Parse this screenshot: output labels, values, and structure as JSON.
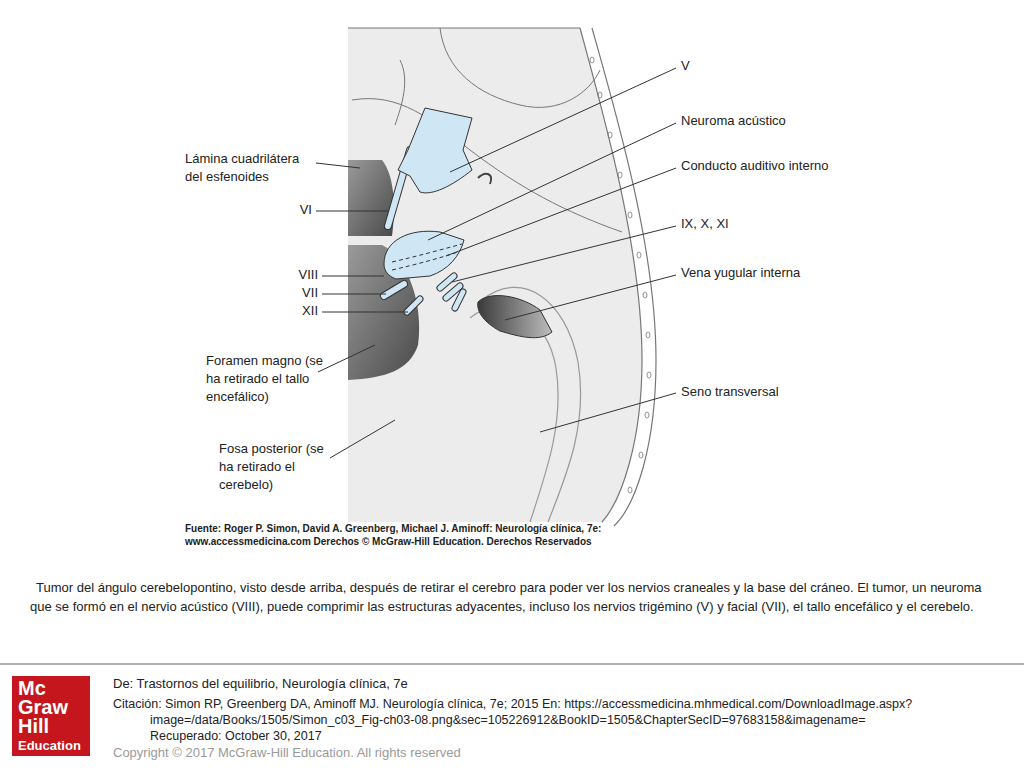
{
  "diagram": {
    "caption": "Tumor del ángulo cerebelopontino, visto desde arriba, después de retirar el cerebro para poder ver los nervios craneales y la base del cráneo. El tumor, un neuroma que se formó en el nervio acústico (VIII), puede comprimir las estructuras adyacentes, incluso los nervios trigémino (V) y facial (VII), el tallo encefálico y el cerebelo.",
    "labels": [
      "V",
      "Neuroma acústico",
      "Conducto auditivo interno",
      "IX, X, XI",
      "Vena yugular interna",
      "Seno transversal",
      "Lámina cuadrilátera del esfenoides",
      "VI",
      "VIII",
      "VII",
      "XII",
      "Foramen magno (se ha retirado el tallo encefálico)",
      "Fosa posterior (se ha retirado el cerebelo)",
      "Fuente: Roger P. Simon, David A. Greenberg, Michael J. Aminoff: Neurología clínica, 7e: www.accessmedicina.com Derechos © McGraw-Hill Education. Derechos Reservados",
      "De: Trastornos del equilibrio, Neurología clínica, 7e",
      "Citación: Simon RP, Greenberg DA, Aminoff MJ. Neurología clínica, 7e; 2015 En: https://accessmedicina.mhmedical.com/DownloadImage.aspx?image=/data/Books/1505/Simon_c03_Fig-ch03-08.png&sec=105226912&BookID=1505&ChapterSecID=97683158&imagename= Recuperado: October 30, 2017",
      "Copyright © 2017 McGraw-Hill Education. All rights reserved",
      "Mc",
      "Graw",
      "Hill",
      "Education"
    ]
  }
}
